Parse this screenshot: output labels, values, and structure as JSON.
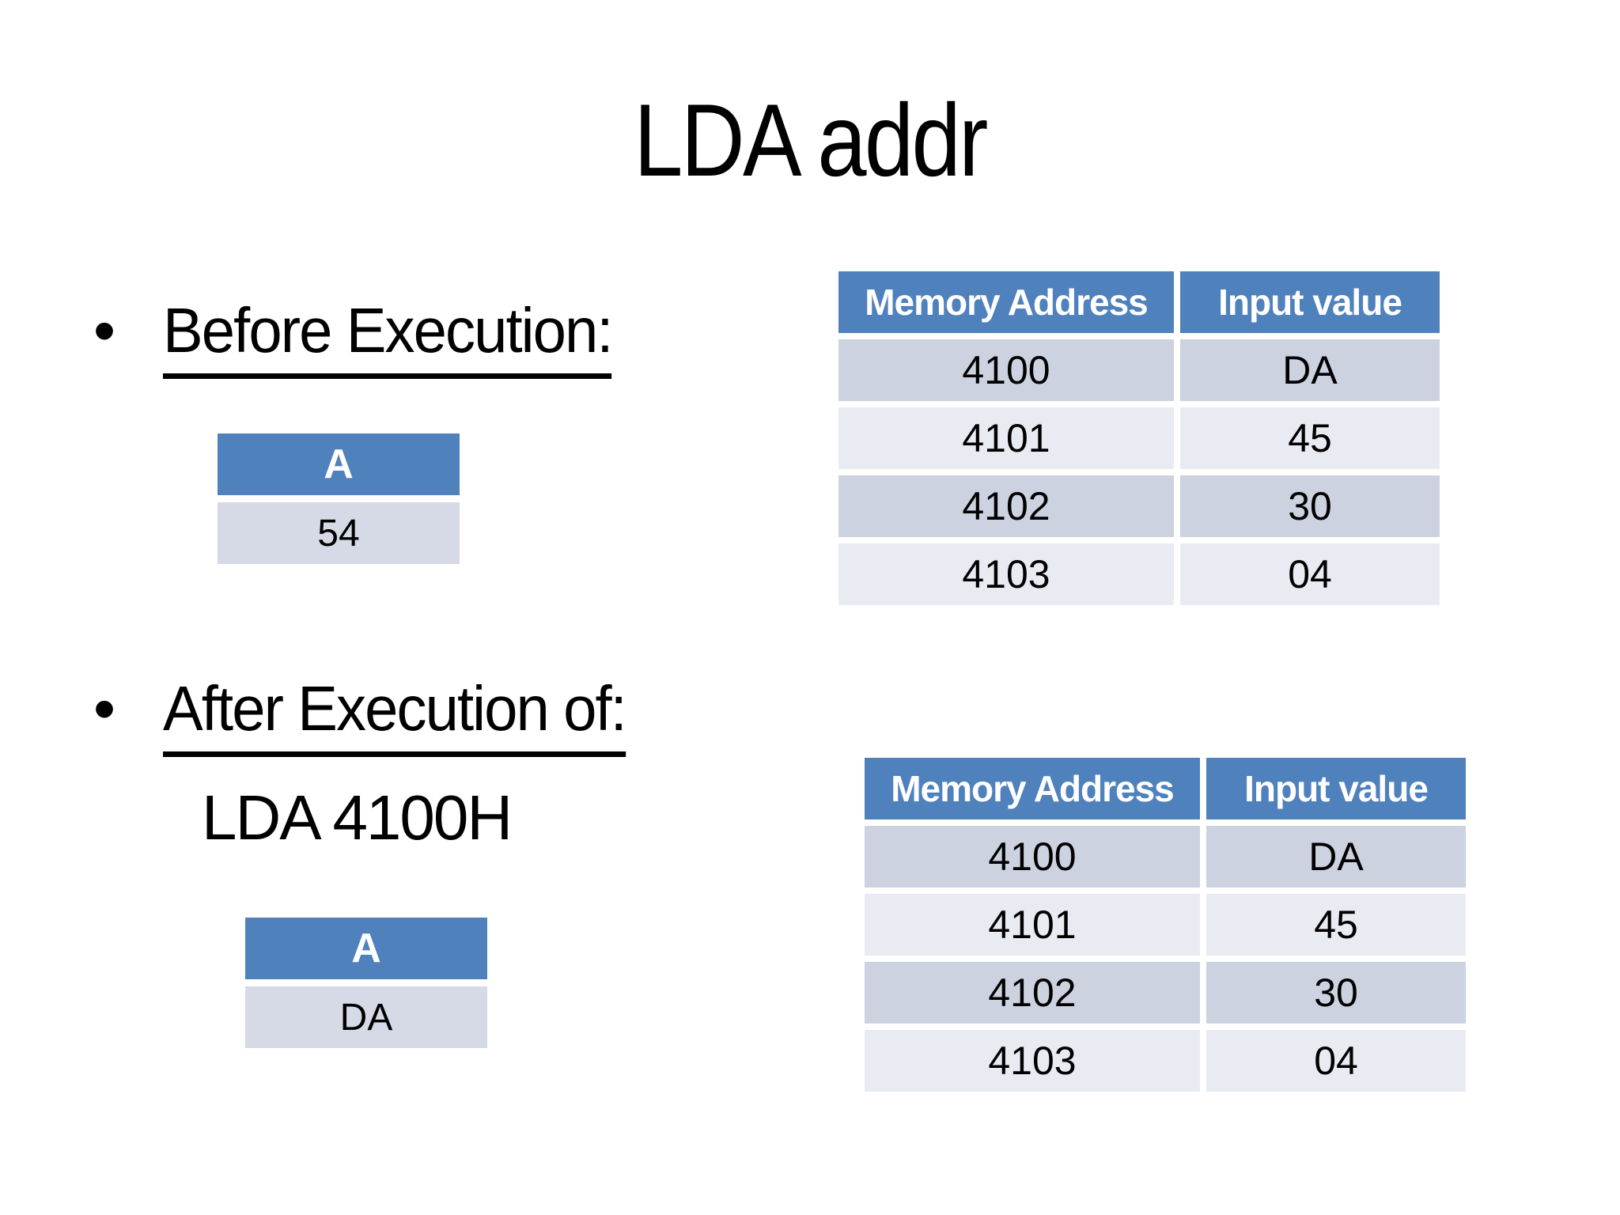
{
  "slide": {
    "title": "LDA addr",
    "bullet_glyph": "•"
  },
  "before_section": {
    "heading": "Before Execution:",
    "register_table": {
      "header": "A",
      "value": "54"
    },
    "memory_table": {
      "columns": [
        "Memory Address",
        "Input value"
      ],
      "rows": [
        {
          "address": "4100",
          "value": "DA"
        },
        {
          "address": "4101",
          "value": "45"
        },
        {
          "address": "4102",
          "value": "30"
        },
        {
          "address": "4103",
          "value": "04"
        }
      ]
    }
  },
  "after_section": {
    "heading": "After Execution of:",
    "instruction": "LDA 4100H",
    "register_table": {
      "header": "A",
      "value": "DA"
    },
    "memory_table": {
      "columns": [
        "Memory Address",
        "Input value"
      ],
      "rows": [
        {
          "address": "4100",
          "value": "DA"
        },
        {
          "address": "4101",
          "value": "45"
        },
        {
          "address": "4102",
          "value": "30"
        },
        {
          "address": "4103",
          "value": "04"
        }
      ]
    }
  },
  "colors": {
    "table_header_blue": "#4F81BD",
    "row_band_dark": "#CCD2E0",
    "row_band_light": "#E9EBF2",
    "register_value_bg": "#D6DAE6",
    "header_text": "#FFFFFF",
    "text_black": "#000000",
    "background": "#FFFFFF"
  }
}
